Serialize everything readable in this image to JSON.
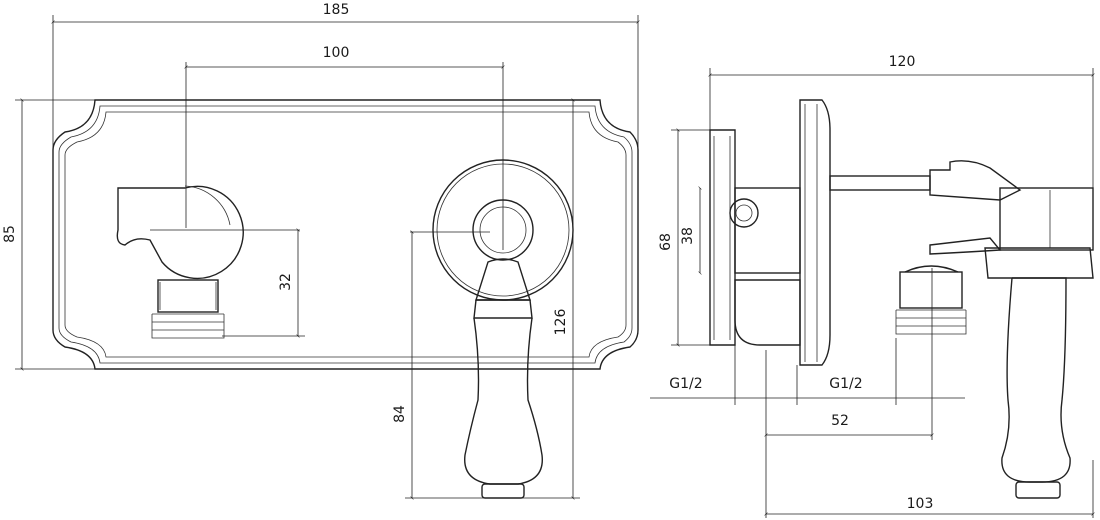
{
  "dimensions": {
    "overall_width": "185",
    "center_spacing": "100",
    "plate_height": "85",
    "outlet_offset": "32",
    "handle_drop": "84",
    "total_height": "126",
    "side_depth": "120",
    "side_plate_height": "68",
    "side_body_height": "38",
    "thread_left": "G1/2",
    "thread_right": "G1/2",
    "outlet_depth": "52",
    "projection": "103"
  }
}
